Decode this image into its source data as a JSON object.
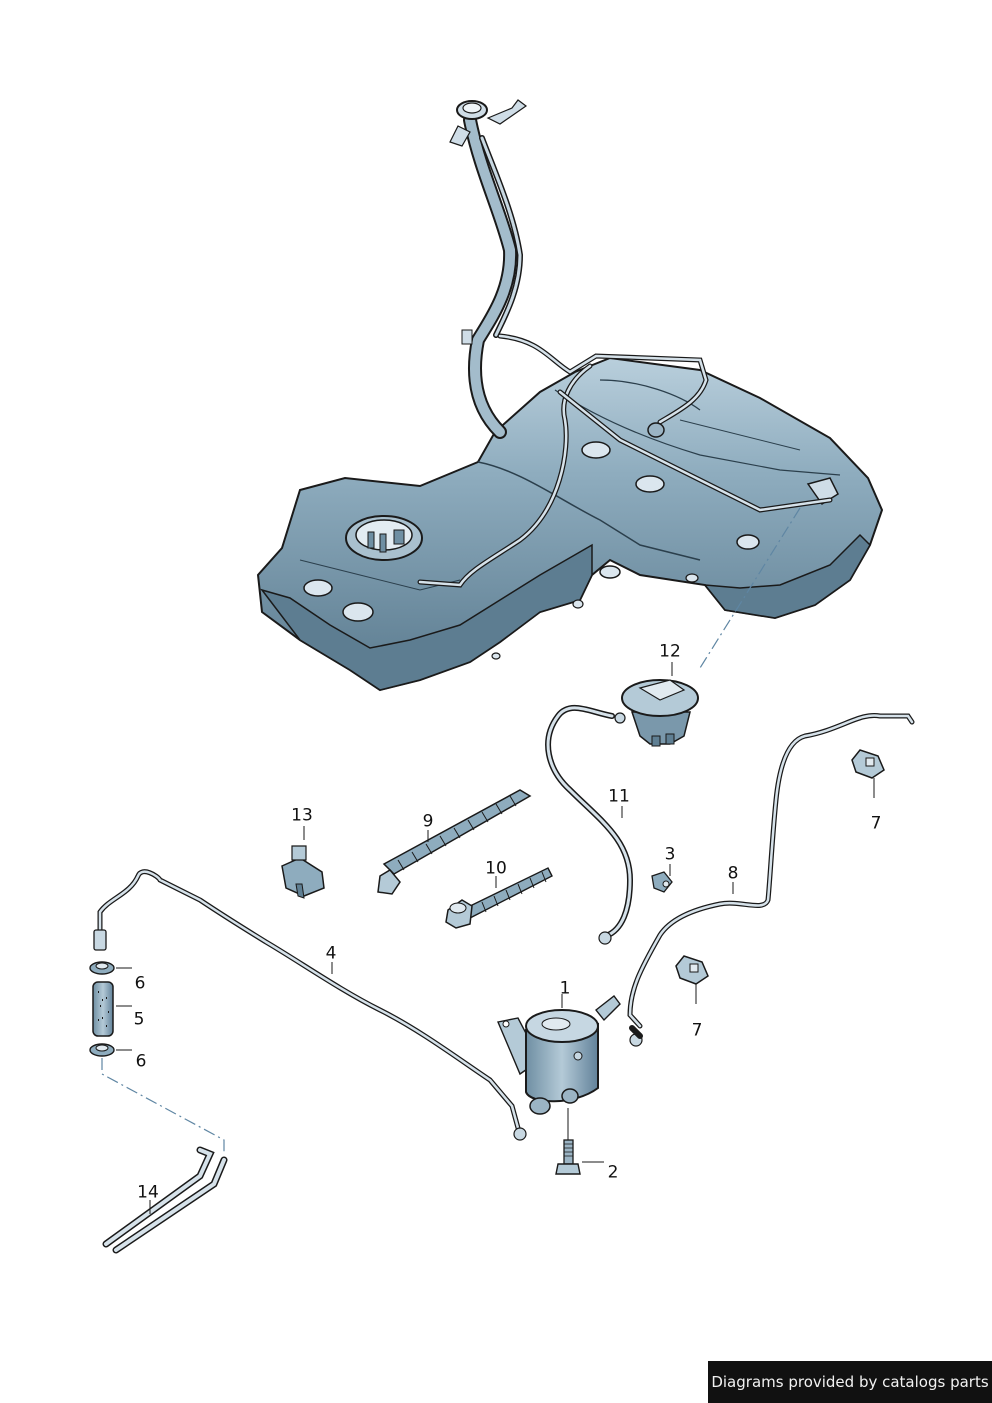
{
  "callouts": {
    "c1": "1",
    "c2": "2",
    "c3": "3",
    "c4": "4",
    "c5": "5",
    "c6a": "6",
    "c6b": "6",
    "c7a": "7",
    "c7b": "7",
    "c8": "8",
    "c9": "9",
    "c10": "10",
    "c11": "11",
    "c12": "12",
    "c13": "13",
    "c14": "14"
  },
  "footer": {
    "text": "Diagrams provided by catalogs parts"
  },
  "colors": {
    "tank_fill": "#7f9fb3",
    "tank_light": "#aec6d4",
    "tank_dark": "#4d6b7e",
    "outline": "#1a1a1a",
    "line_fill": "#d6e2ea",
    "leader": "#1a1a1a",
    "dash": "#5f86a3",
    "footer_bg": "#111111",
    "footer_text": "#f2f2f2"
  }
}
